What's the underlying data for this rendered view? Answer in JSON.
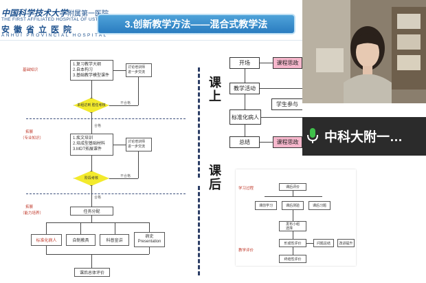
{
  "slide": {
    "logo_cn": "中国科学技术大学",
    "logo_cn_sub": "附属第一医院",
    "logo_en1": "THE FIRST AFFILIATED HOSPITAL OF USTC",
    "logo_prov": "安徽省立医院",
    "logo_en2": "ANHUI PROVINCIAL HOSPITAL",
    "title": "3.创新教学方法——混合式教学法",
    "left_flow": {
      "stage1_label": "基础知识",
      "stage1_box": [
        "1.复习教学大纲",
        "2.自本构习",
        "3.基础教学模型课件"
      ],
      "stage1_side": [
        "讨论培训师",
        "进一步交流"
      ],
      "stage1_diamond": "本组达到\n胜任考核",
      "fail1": "不合格",
      "pass1": "合格",
      "stage2_label": "拓展",
      "stage2_sub": "（专业知识）",
      "stage2_box": [
        "1.疾文培训",
        "2.培成型基础材料",
        "3.MDT拓展课件"
      ],
      "stage2_side": [
        "讨论培训师",
        "进一步交流"
      ],
      "stage2_diamond": "阶段考核",
      "fail2": "不合格",
      "pass2": "合格",
      "stage3_label": "拓展",
      "stage3_sub": "（能力培养）",
      "task_box": "任务分配",
      "bottom_boxes": [
        "标准化病人",
        "自制教具",
        "科普宣讲",
        "病史\nPresentation"
      ],
      "final_box": "课后总体评价"
    },
    "class_on": "课上",
    "class_after": "课后",
    "mid_flow": {
      "start": "开场",
      "activity": "教学活动",
      "sp": "标准化病人",
      "summary": "总结",
      "pink1": "课程思政",
      "pink2": "课程思政",
      "student": "学生参与"
    },
    "small_diagram": {
      "label_top": "学习过程",
      "label_bottom": "教学评价",
      "b_top": "课后评价",
      "row": [
        "课前学习",
        "课后测验",
        "课后习题"
      ],
      "mid": "发布小组\n选择",
      "eval": "形成性评价",
      "q": "问题总结",
      "improve": "改进提升",
      "final": "终结性评价"
    }
  },
  "video": {
    "caption": "中科大附一…",
    "mic_icon": "microphone-icon"
  },
  "colors": {
    "title_bar": "#2a7cc0",
    "diamond": "#f3ea2c",
    "pink": "#f6b7cc",
    "caption_bg": "#2b2b2b",
    "mic": "#3fbf4a"
  }
}
